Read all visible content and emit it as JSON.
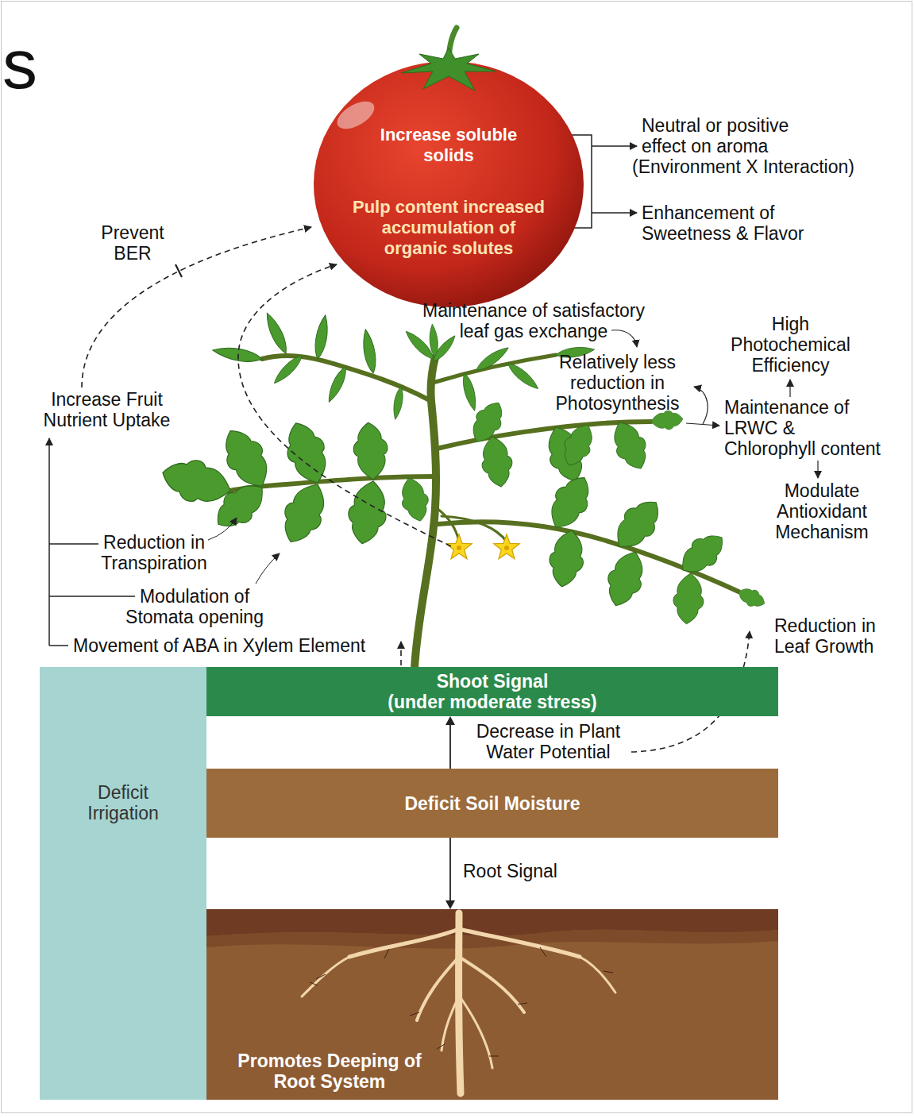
{
  "diagram": {
    "nodes": [
      {
        "text": [
          "Increase soluble solids",
          "Pulp content increased accumulation of organic solutes"
        ]
      },
      {
        "text": [
          "Deficit Irrigation"
        ]
      },
      {
        "text": [
          "Shoot Signal",
          "(under moderate stress)"
        ]
      },
      {
        "text": [
          "Deficit Soil Moisture"
        ]
      },
      {
        "text": [
          "Promotes Deeping of Root System"
        ]
      }
    ],
    "edges": [
      {
        "from": 3,
        "to": 2,
        "arrow": "to",
        "label": "Decrease in Plant Water Potential"
      },
      {
        "from": 3,
        "to": 4,
        "arrow": "to",
        "label": "Root Signal"
      }
    ],
    "labels": [
      "s",
      "Neutral or positive effect on aroma",
      "(Environment X Interaction)",
      "Enhancement of Sweetness & Flavor",
      "Prevent BER",
      "Maintenance of satisfactory leaf gas exchange",
      "High Photochemical Efficiency",
      "Relatively less reduction in Photosynthesis",
      "Maintenance of LRWC & Chlorophyll content",
      "Increase Fruit Nutrient Uptake",
      "Modulate Antioxidant Mechanism",
      "Reduction in Transpiration",
      "Modulation of Stomata opening",
      "Movement of ABA in Xylem Element",
      "Reduction in Leaf Growth"
    ]
  }
}
